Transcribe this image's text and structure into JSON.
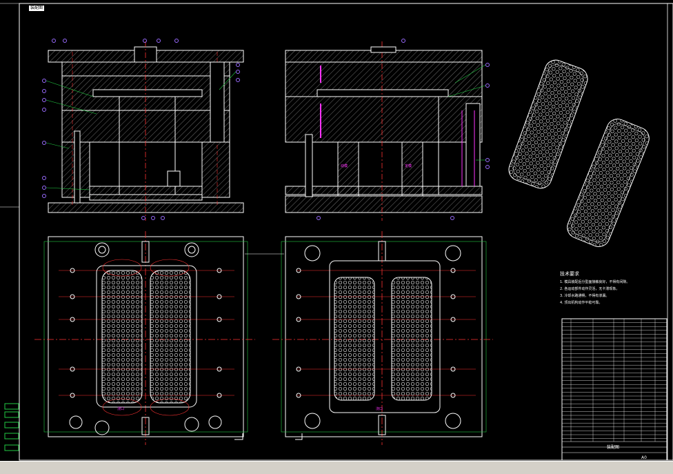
{
  "drawing": {
    "tag": "装配图",
    "notes_heading": "技术要求",
    "notes": [
      "1. 模具装配后分型面接触良好，不得有间隙。",
      "2. 各运动部件动作灵活，无卡滞现象。",
      "3. 冷却水路通畅，不得有渗漏。",
      "4. 顶出机构动作平稳可靠。"
    ],
    "title_label": "装配图",
    "sheet_size": "A0",
    "labels": {
      "side_a": "动模",
      "side_b": "定模",
      "center_a": "浇口",
      "center_b": "浇口"
    }
  },
  "colors": {
    "line": "#ffffff",
    "center": "#ff3333",
    "hidden": "#ff33ff",
    "balloon": "#9a6bff",
    "green": "#22cc44",
    "hatch": "#cccccc"
  }
}
